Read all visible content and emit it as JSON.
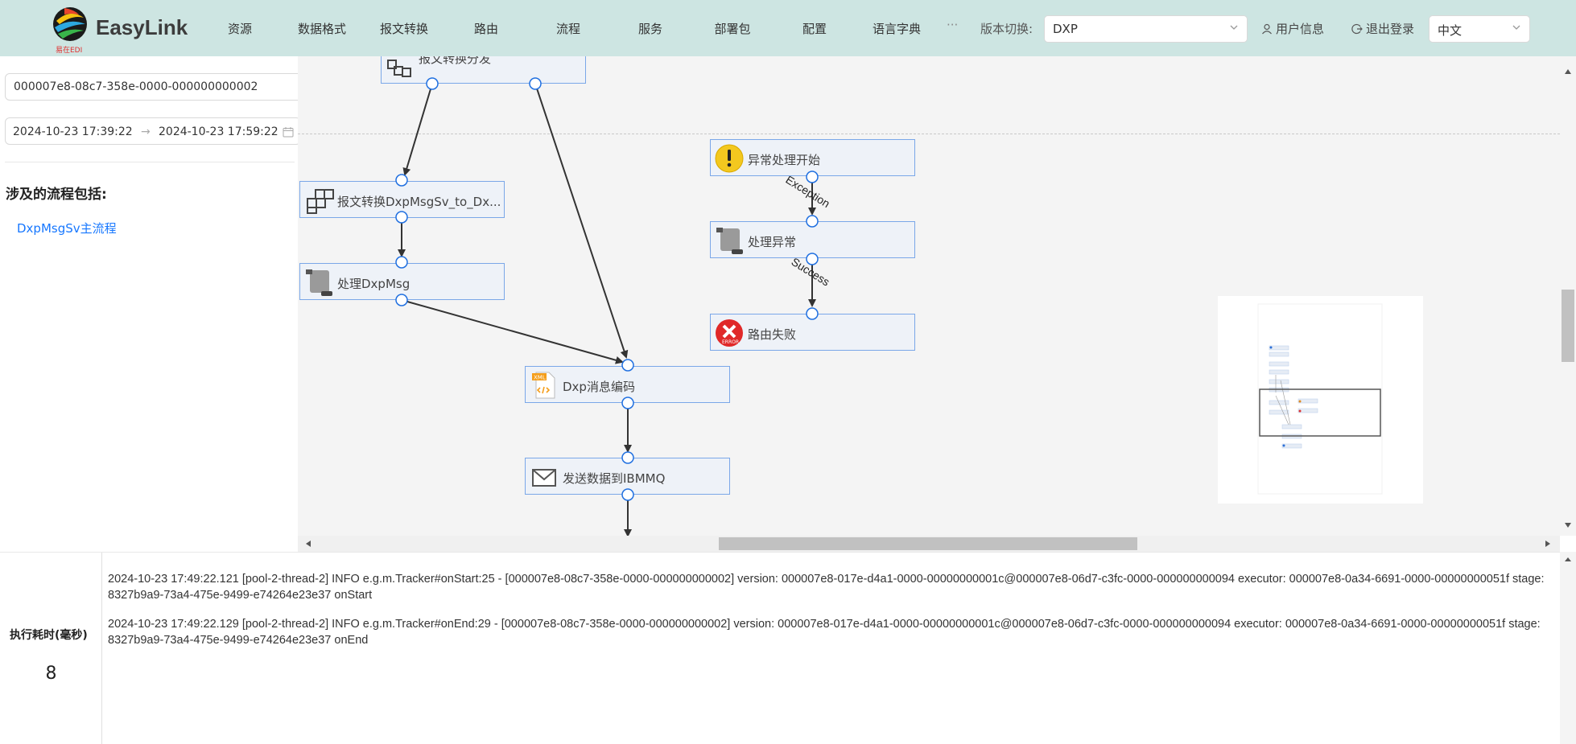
{
  "header": {
    "logo_text": "EasyLink",
    "logo_sub": "易在EDI",
    "nav": [
      "资源",
      "数据格式",
      "报文转换",
      "路由",
      "流程",
      "服务",
      "部署包",
      "配置",
      "语言字典"
    ],
    "ellipsis": "···",
    "version_label": "版本切换:",
    "version_value": "DXP",
    "user_info": "用户信息",
    "logout": "退出登录",
    "language": "中文"
  },
  "left": {
    "trace_id": "000007e8-08c7-358e-0000-000000000002",
    "date_start": "2024-10-23 17:39:22",
    "date_end": "2024-10-23 17:59:22",
    "date_sep": "→",
    "flows_title": "涉及的流程包括:",
    "flow_link": "DxpMsgSv主流程"
  },
  "canvas": {
    "nodes": [
      {
        "id": "dispatch",
        "label": "报文转换分发",
        "icon": "dispatch-icon"
      },
      {
        "id": "convert",
        "label": "报文转换DxpMsgSv_to_Dx...",
        "icon": "blocks-icon"
      },
      {
        "id": "process",
        "label": "处理DxpMsg",
        "icon": "scroll-icon"
      },
      {
        "id": "encode",
        "label": "Dxp消息编码",
        "icon": "xml-file-icon"
      },
      {
        "id": "send",
        "label": "发送数据到IBMMQ",
        "icon": "mail-icon"
      },
      {
        "id": "exstart",
        "label": "异常处理开始",
        "icon": "warning-icon"
      },
      {
        "id": "handle",
        "label": "处理异常",
        "icon": "scroll-icon"
      },
      {
        "id": "fail",
        "label": "路由失败",
        "icon": "error-icon"
      }
    ],
    "edge_labels": {
      "exception": "Exception",
      "success": "Success"
    }
  },
  "bottom": {
    "exec_label": "执行耗时(毫秒)",
    "exec_value": "8",
    "logs": [
      "2024-10-23 17:49:22.121 [pool-2-thread-2] INFO e.g.m.Tracker#onStart:25 - [000007e8-08c7-358e-0000-000000000002] version: 000007e8-017e-d4a1-0000-00000000001c@000007e8-06d7-c3fc-0000-000000000094 executor: 000007e8-0a34-6691-0000-00000000051f stage: 8327b9a9-73a4-475e-9499-e74264e23e37 onStart",
      "2024-10-23 17:49:22.129 [pool-2-thread-2] INFO e.g.m.Tracker#onEnd:29 - [000007e8-08c7-358e-0000-000000000002] version: 000007e8-017e-d4a1-0000-00000000001c@000007e8-06d7-c3fc-0000-000000000094 executor: 000007e8-0a34-6691-0000-00000000051f stage: 8327b9a9-73a4-475e-9499-e74264e23e37 onEnd"
    ]
  },
  "colors": {
    "header_bg": "#cde5e2",
    "node_border": "#7aa7e8",
    "link": "#1677ff",
    "canvas_bg": "#f4f4f4"
  }
}
